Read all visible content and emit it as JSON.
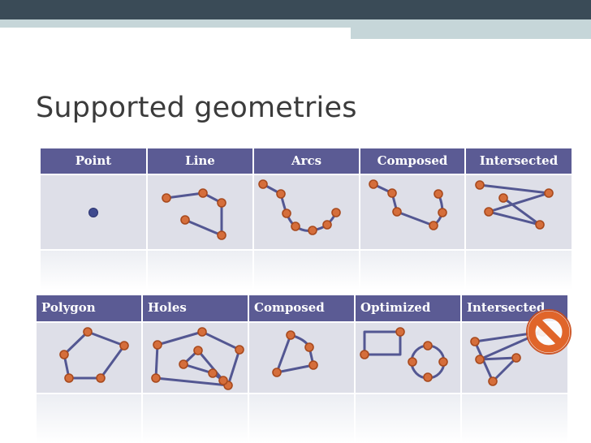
{
  "slide": {
    "title": "Supported geometries"
  },
  "table_top": {
    "headers": [
      "Point",
      "Line",
      "Arcs",
      "Composed",
      "Intersected"
    ]
  },
  "table_bottom": {
    "headers": [
      "Polygon",
      "Holes",
      "Composed",
      "Optimized",
      "Intersected"
    ],
    "unsupported_icon": "prohibited-icon"
  },
  "colors": {
    "header_bg": "#5b5b94",
    "cell_bg": "#dedfe8",
    "line": "#535792",
    "vertex": "#d56e3b",
    "prohibited": "#d9541e"
  }
}
